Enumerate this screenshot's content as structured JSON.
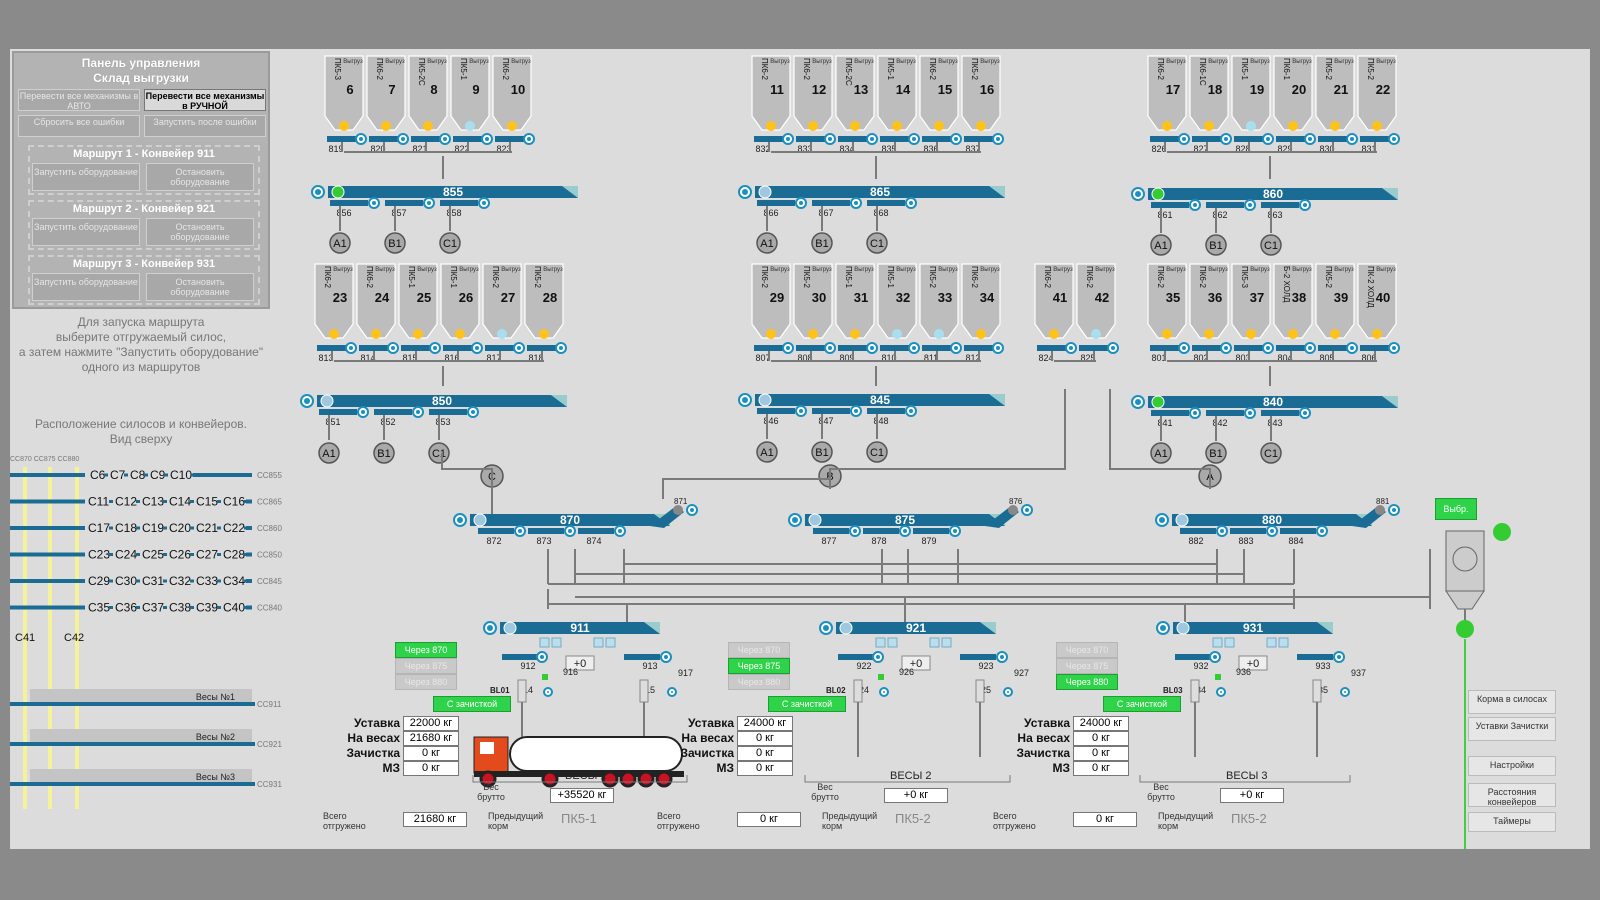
{
  "panel": {
    "title_line1": "Панель управления",
    "title_line2": "Склад выгрузки",
    "btn_auto": "Перевести все механизмы в АВТО",
    "btn_manual": "Перевести все механизмы в РУЧНОЙ",
    "btn_reset": "Сбросить все ошибки",
    "btn_start_after": "Запустить после ошибки",
    "routes": [
      {
        "title": "Маршрут 1 - Конвейер 911",
        "start": "Запустить оборудование",
        "stop": "Остановить оборудование"
      },
      {
        "title": "Маршрут 2 - Конвейер 921",
        "start": "Запустить оборудование",
        "stop": "Остановить оборудование"
      },
      {
        "title": "Маршрут 3 - Конвейер 931",
        "start": "Запустить оборудование",
        "stop": "Остановить оборудование"
      }
    ]
  },
  "instructions": [
    "Для запуска маршрута",
    "выберите отгружаемый силос,",
    "а затем нажмите \"Запустить оборудование\"",
    "одного из маршрутов"
  ],
  "layout_title": [
    "Расположение силосов и конвейеров.",
    "Вид сверху"
  ],
  "mini_map": {
    "top_labels": "СС870 СС875 СС880",
    "rows": [
      {
        "cells": [
          "C6",
          "C7",
          "C8",
          "C9",
          "C10"
        ],
        "tag": "СС855"
      },
      {
        "cells": [
          "C11",
          "C12",
          "C13",
          "C14",
          "C15",
          "C16"
        ],
        "tag": "СС865"
      },
      {
        "cells": [
          "C17",
          "C18",
          "C19",
          "C20",
          "C21",
          "C22"
        ],
        "tag": "СС860"
      },
      {
        "cells": [
          "C23",
          "C24",
          "C25",
          "C26",
          "C27",
          "C28"
        ],
        "tag": "СС850"
      },
      {
        "cells": [
          "C29",
          "C30",
          "C31",
          "C32",
          "C33",
          "C34"
        ],
        "tag": "СС845"
      },
      {
        "cells": [
          "C35",
          "C36",
          "C37",
          "C38",
          "C39",
          "C40"
        ],
        "tag": "СС840"
      }
    ],
    "c41": "C41",
    "c42": "C42",
    "scales": [
      {
        "name": "Весы №1",
        "tag": "СС911"
      },
      {
        "name": "Весы №2",
        "tag": "СС921"
      },
      {
        "name": "Весы №3",
        "tag": "СС931"
      }
    ]
  },
  "silo_word": "Выгруз",
  "silo_groups": [
    {
      "silos": [
        {
          "n": "6",
          "p": "ПК5-3"
        },
        {
          "n": "7",
          "p": "ПК6-2"
        },
        {
          "n": "8",
          "p": "ПК5-2С"
        },
        {
          "n": "9",
          "p": "ПК5-1"
        },
        {
          "n": "10",
          "p": "ПК6-2"
        }
      ],
      "feeders": [
        "819",
        "820",
        "821",
        "822",
        "823"
      ]
    },
    {
      "silos": [
        {
          "n": "11",
          "p": "ПК6-2"
        },
        {
          "n": "12",
          "p": "ПК6-2"
        },
        {
          "n": "13",
          "p": "ПК5-2С"
        },
        {
          "n": "14",
          "p": "ПК5-1"
        },
        {
          "n": "15",
          "p": "ПК6-2"
        },
        {
          "n": "16",
          "p": "ПК5-2"
        }
      ],
      "feeders": [
        "832",
        "833",
        "834",
        "835",
        "836",
        "837"
      ]
    },
    {
      "silos": [
        {
          "n": "17",
          "p": "ПК6-2"
        },
        {
          "n": "18",
          "p": "ПК6-1С"
        },
        {
          "n": "19",
          "p": "ПК5-1"
        },
        {
          "n": "20",
          "p": "ПК6-1"
        },
        {
          "n": "21",
          "p": "ПК5-2"
        },
        {
          "n": "22",
          "p": "ПК5-2"
        }
      ],
      "feeders": [
        "826",
        "827",
        "828",
        "829",
        "830",
        "831"
      ]
    },
    {
      "silos": [
        {
          "n": "23",
          "p": "ПК6-2"
        },
        {
          "n": "24",
          "p": "ПК6-2"
        },
        {
          "n": "25",
          "p": "ПК5-1"
        },
        {
          "n": "26",
          "p": "ПК5-1"
        },
        {
          "n": "27",
          "p": "ПК6-2"
        },
        {
          "n": "28",
          "p": "ПК5-2"
        }
      ],
      "feeders": [
        "813",
        "814",
        "815",
        "816",
        "817",
        "818"
      ]
    },
    {
      "silos": [
        {
          "n": "29",
          "p": "ПК6-2"
        },
        {
          "n": "30",
          "p": "ПК5-2"
        },
        {
          "n": "31",
          "p": "ПК5-1"
        },
        {
          "n": "32",
          "p": "ПК5-1"
        },
        {
          "n": "33",
          "p": "ПК5-2"
        },
        {
          "n": "34",
          "p": "ПК6-2"
        }
      ],
      "feeders": [
        "807",
        "808",
        "809",
        "810",
        "811",
        "812"
      ]
    },
    {
      "silos": [
        {
          "n": "41",
          "p": "ПК6-2"
        },
        {
          "n": "42",
          "p": "ПК6-2"
        }
      ],
      "feeders": [
        "824",
        "825"
      ]
    },
    {
      "silos": [
        {
          "n": "35",
          "p": "ПК6-2"
        },
        {
          "n": "36",
          "p": "ПК6-2"
        },
        {
          "n": "37",
          "p": "ПК5-3"
        },
        {
          "n": "38",
          "p": "Б-2 ХОЛД"
        },
        {
          "n": "39",
          "p": "ПК5-2"
        },
        {
          "n": "40",
          "p": "ПК-2 ХОЛД"
        }
      ],
      "feeders": [
        "801",
        "802",
        "803",
        "804",
        "805",
        "806"
      ]
    }
  ],
  "conveyors": {
    "c855": {
      "id": "855",
      "subs": [
        "856",
        "857",
        "858"
      ]
    },
    "c865": {
      "id": "865",
      "subs": [
        "866",
        "867",
        "868"
      ]
    },
    "c860": {
      "id": "860",
      "subs": [
        "861",
        "862",
        "863"
      ]
    },
    "c850": {
      "id": "850",
      "subs": [
        "851",
        "852",
        "853"
      ]
    },
    "c845": {
      "id": "845",
      "subs": [
        "846",
        "847",
        "848"
      ]
    },
    "c840": {
      "id": "840",
      "subs": [
        "841",
        "842",
        "843"
      ]
    },
    "c870": {
      "id": "870",
      "subs": [
        "872",
        "873",
        "874"
      ],
      "tag": "871"
    },
    "c875": {
      "id": "875",
      "subs": [
        "877",
        "878",
        "879"
      ],
      "tag": "876"
    },
    "c880": {
      "id": "880",
      "subs": [
        "882",
        "883",
        "884"
      ],
      "tag": "881"
    },
    "c911": {
      "id": "911",
      "left": "912",
      "right": "913",
      "mid": "916",
      "out": "917",
      "bl": "BL01",
      "bl_n": "914",
      "r2": "915"
    },
    "c921": {
      "id": "921",
      "left": "922",
      "right": "923",
      "mid": "926",
      "out": "927",
      "bl": "BL02",
      "bl_n": "924",
      "r2": "925"
    },
    "c931": {
      "id": "931",
      "left": "932",
      "right": "933",
      "mid": "936",
      "out": "937",
      "bl": "BL03",
      "bl_n": "934",
      "r2": "935"
    }
  },
  "valve_labels": {
    "a": "A1",
    "b": "B1",
    "c": "C1",
    "big_a": "A",
    "big_b": "B",
    "big_c": "C"
  },
  "plus": "+0",
  "route_buttons": [
    {
      "b1": "Через 870",
      "b2": "Через 875",
      "b3": "Через 880",
      "active": 1,
      "clean": "С зачисткой"
    },
    {
      "b1": "Через 870",
      "b2": "Через 875",
      "b3": "Через 880",
      "active": 2,
      "clean": "С зачисткой"
    },
    {
      "b1": "Через 870",
      "b2": "Через 875",
      "b3": "Через 880",
      "active": 3,
      "clean": "С зачисткой"
    }
  ],
  "weighing": [
    {
      "setpoint": "22000 кг",
      "on_scale": "21680 кг",
      "cleaning": "0 кг",
      "m3": "0 кг",
      "scale_name": "ВЕСЫ 1",
      "brutto": "+35520 кг",
      "total": "21680 кг",
      "prev": "ПК5-1"
    },
    {
      "setpoint": "24000 кг",
      "on_scale": "0 кг",
      "cleaning": "0 кг",
      "m3": "0 кг",
      "scale_name": "ВЕСЫ 2",
      "brutto": "+0 кг",
      "total": "0 кг",
      "prev": "ПК5-2"
    },
    {
      "setpoint": "24000 кг",
      "on_scale": "0 кг",
      "cleaning": "0 кг",
      "m3": "0 кг",
      "scale_name": "ВЕСЫ 3",
      "brutto": "+0 кг",
      "total": "0 кг",
      "prev": "ПК5-2"
    }
  ],
  "labels": {
    "setpoint": "Уставка",
    "on_scale": "На весах",
    "cleaning": "Зачистка",
    "m3": "МЗ",
    "brutto": "Вес брутто",
    "total": "Всего отгружено",
    "prev": "Предыдущий корм"
  },
  "filter_btn": "Выбр.",
  "right_buttons": [
    "Корма в силосах",
    "Уставки Зачистки",
    "Настройки",
    "Расстояния конвейеров",
    "Таймеры"
  ],
  "colors": {
    "conveyor": "#1a6c94",
    "active": "#2fd34a",
    "silo": "#bdbdbd",
    "lamp": "#ffc21a",
    "lamp_idle": "#a8dff0"
  }
}
